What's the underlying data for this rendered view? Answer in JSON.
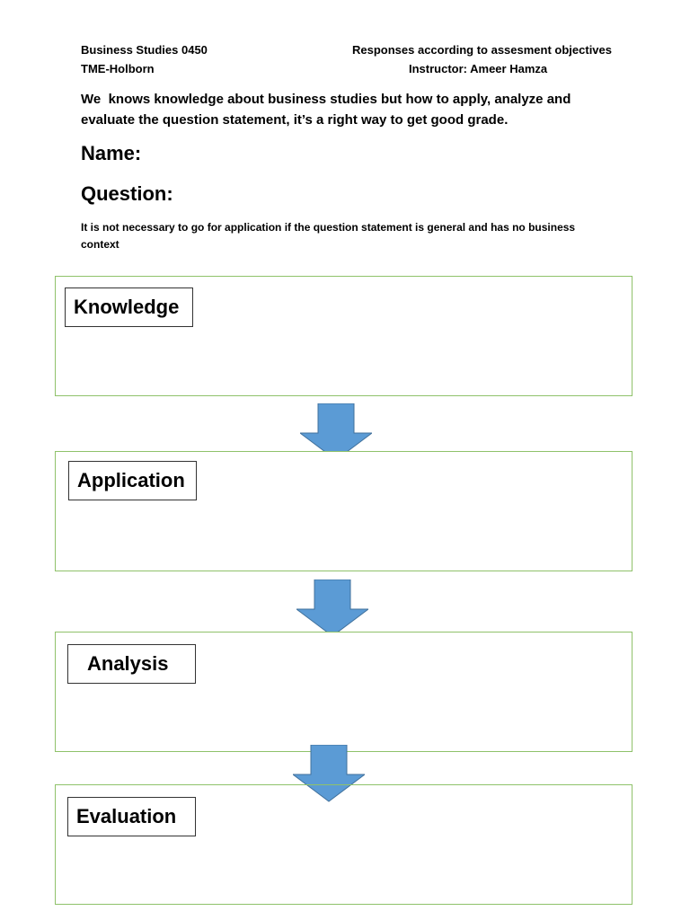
{
  "header": {
    "course": "Business Studies 0450",
    "institution": "TME-Holborn",
    "topic": "Responses according to assesment objectives",
    "instructor": "Instructor: Ameer Hamza"
  },
  "intro": {
    "line1": "We  knows knowledge about business studies but how to apply, analyze and",
    "line2": "evaluate the question statement, it’s a right way to get good grade."
  },
  "fields": {
    "name_label": "Name:",
    "question_label": "Question:"
  },
  "note": {
    "line1": "It is not necessary to go for application if the question statement is general and has no business",
    "line2": "context"
  },
  "stages": [
    {
      "label": "Knowledge"
    },
    {
      "label": "Application"
    },
    {
      "label": "Analysis"
    },
    {
      "label": "Evaluation"
    }
  ],
  "colors": {
    "panel_border": "#8fc26a",
    "arrow_fill": "#5b9bd5",
    "arrow_stroke": "#41719c"
  }
}
